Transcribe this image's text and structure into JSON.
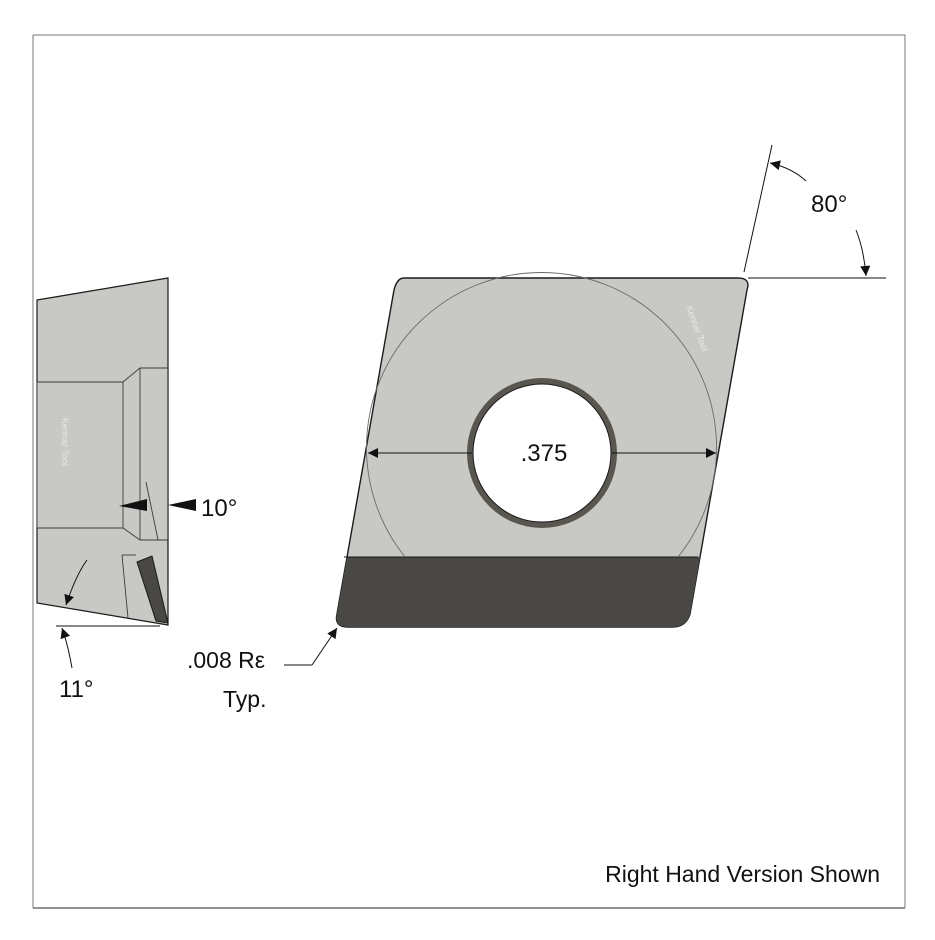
{
  "colors": {
    "body": "#c8c8c5",
    "carbide": "#4a4845",
    "outline": "#1a1a1a",
    "hole_ring": "#58564f",
    "paper": "#ffffff"
  },
  "labels": {
    "clearance_angle_left": "11°",
    "chipbreaker_angle": "10°",
    "corner_angle": "80°",
    "ic_diameter": ".375",
    "corner_radius_line1": ".008 Rε",
    "corner_radius_line2": "Typ.",
    "version_note": "Right Hand Version Shown"
  },
  "watermarks": {
    "side_view": "Kennar Tool",
    "top_view": "Kennar Tool"
  }
}
